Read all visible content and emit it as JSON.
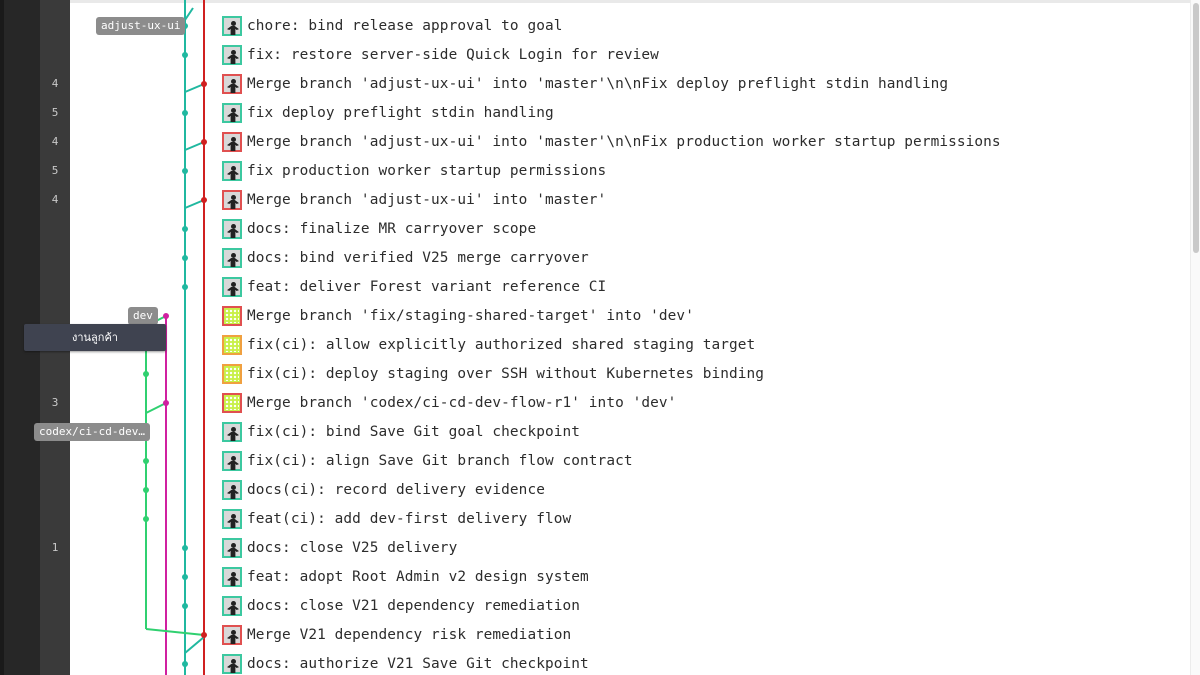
{
  "colors": {
    "master_branch": "#d02020",
    "main_branch": "#20b8a0",
    "feature_branch": "#30d070",
    "dev_branch": "#d020a0",
    "left_panel": "#272727",
    "gutter": "#3a3a3a",
    "tag_bg": "#8c8c8c",
    "tooltip_bg": "#3f4350"
  },
  "tooltip": "งานลูกค้า",
  "tags": {
    "adjust": "adjust-ux-ui",
    "dev": "dev",
    "codex": "codex/ci-cd-dev…"
  },
  "commits": [
    {
      "message": "chore: bind release approval to goal",
      "avatar": "person",
      "dot": "main",
      "num": ""
    },
    {
      "message": "fix: restore server-side Quick Login for review",
      "avatar": "person",
      "dot": "main",
      "num": ""
    },
    {
      "message": "Merge branch 'adjust-ux-ui' into 'master'\\n\\nFix deploy preflight stdin handling",
      "avatar": "person-red",
      "dot": "master",
      "num": "4"
    },
    {
      "message": "fix deploy preflight stdin handling",
      "avatar": "person",
      "dot": "main",
      "num": "5"
    },
    {
      "message": "Merge branch 'adjust-ux-ui' into 'master'\\n\\nFix production worker startup permissions",
      "avatar": "person-red",
      "dot": "master",
      "num": "4"
    },
    {
      "message": "fix production worker startup permissions",
      "avatar": "person",
      "dot": "main",
      "num": "5"
    },
    {
      "message": "Merge branch 'adjust-ux-ui' into 'master'",
      "avatar": "person-red",
      "dot": "master",
      "num": "4"
    },
    {
      "message": "docs: finalize MR carryover scope",
      "avatar": "person",
      "dot": "main",
      "num": ""
    },
    {
      "message": "docs: bind verified V25 merge carryover",
      "avatar": "person",
      "dot": "main",
      "num": ""
    },
    {
      "message": "feat: deliver Forest variant reference CI",
      "avatar": "person",
      "dot": "main",
      "num": ""
    },
    {
      "message": "Merge branch 'fix/staging-shared-target' into 'dev'",
      "avatar": "grid-red",
      "dot": "dev",
      "num": ""
    },
    {
      "message": "fix(ci): allow explicitly authorized shared staging target",
      "avatar": "grid",
      "dot": "feature",
      "num": ""
    },
    {
      "message": "fix(ci): deploy staging over SSH without Kubernetes binding",
      "avatar": "grid",
      "dot": "feature",
      "num": ""
    },
    {
      "message": "Merge branch 'codex/ci-cd-dev-flow-r1' into 'dev'",
      "avatar": "grid-red",
      "dot": "dev",
      "num": "3"
    },
    {
      "message": "fix(ci): bind Save Git goal checkpoint",
      "avatar": "person",
      "dot": "feature",
      "num": ""
    },
    {
      "message": "fix(ci): align Save Git branch flow contract",
      "avatar": "person",
      "dot": "feature",
      "num": ""
    },
    {
      "message": "docs(ci): record delivery evidence",
      "avatar": "person",
      "dot": "feature",
      "num": ""
    },
    {
      "message": "feat(ci): add dev-first delivery flow",
      "avatar": "person",
      "dot": "feature",
      "num": ""
    },
    {
      "message": "docs: close V25 delivery",
      "avatar": "person",
      "dot": "main",
      "num": "1"
    },
    {
      "message": "feat: adopt Root Admin v2 design system",
      "avatar": "person",
      "dot": "main",
      "num": ""
    },
    {
      "message": "docs: close V21 dependency remediation",
      "avatar": "person",
      "dot": "main",
      "num": ""
    },
    {
      "message": "Merge V21 dependency risk remediation",
      "avatar": "person-red",
      "dot": "master",
      "num": ""
    },
    {
      "message": "docs: authorize V21 Save Git checkpoint",
      "avatar": "person",
      "dot": "main",
      "num": ""
    }
  ]
}
